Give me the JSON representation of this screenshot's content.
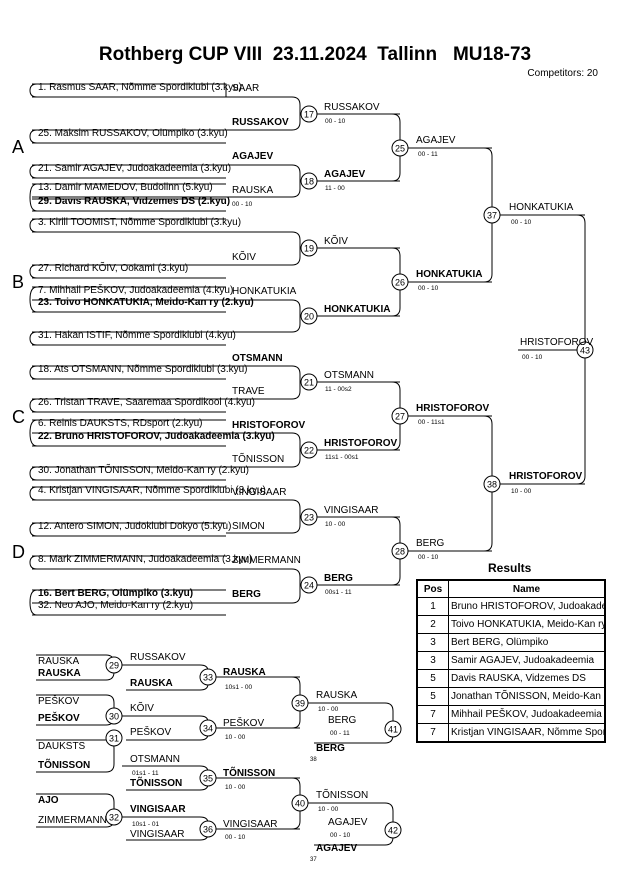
{
  "header": {
    "title": "Rothberg CUP VIII  23.11.2024  Tallinn   MU18-73",
    "competitors": "Competitors: 20"
  },
  "pools": [
    "A",
    "B",
    "C",
    "D"
  ],
  "entrants": [
    {
      "text": "1. Rasmus SAAR, Nõmme Spordiklubi (3.kyu)"
    },
    {
      "text": "25. Maksim RUSSAKOV, Olümpiko (3.kyu)"
    },
    {
      "text": "21. Samir AGAJEV, Judoakadeemia (3.kyu)"
    },
    {
      "text": "13. Damir MAMEDOV, Budolinn (5.kyu)"
    },
    {
      "text": "29. Davis RAUSKA, Vidzemes DS (2.kyu)",
      "bold": true
    },
    {
      "text": "3. Kirill TOOMIST, Nõmme Spordiklubi (3.kyu)"
    },
    {
      "text": "27. Richard KÕIV, Ookami (3.kyu)"
    },
    {
      "text": "7. Mihhail PEŠKOV, Judoakadeemia (4.kyu)"
    },
    {
      "text": "23. Toivo HONKATUKIA, Meido-Kan ry (2.kyu)",
      "bold": true
    },
    {
      "text": "31. Hakan ISTIF, Nõmme Spordiklubi (4.kyu)"
    },
    {
      "text": "18. Ats OTSMANN, Nõmme Spordiklubi (3.kyu)"
    },
    {
      "text": "26. Tristan TRAVE, Saaremaa Spordikool (4.kyu)"
    },
    {
      "text": "6. Reinis DAUKSTS, RDsport (2.kyu)"
    },
    {
      "text": "22. Bruno HRISTOFOROV, Judoakadeemia (3.kyu)",
      "bold": true
    },
    {
      "text": "30. Jonathan TÕNISSON, Meido-Kan ry (2.kyu)"
    },
    {
      "text": "4. Kristjan VINGISAAR, Nõmme Spordiklubi (3.kyu)"
    },
    {
      "text": "12. Antero SIMON, Judoklubi Dokyo (5.kyu)"
    },
    {
      "text": "8. Mark ZIMMERMANN, Judoakadeemia (3.kyu)"
    },
    {
      "text": "16. Bert BERG, Olümpiko (3.kyu)",
      "bold": true
    },
    {
      "text": "32. Neo AJO, Meido-Kan ry (2.kyu)"
    }
  ],
  "first_round_labels": [
    {
      "text": "SAAR",
      "bold": false
    },
    {
      "text": "RUSSAKOV",
      "bold": true
    },
    {
      "text": "AGAJEV",
      "bold": true
    },
    {
      "text": "RAUSKA",
      "bold": false
    },
    {
      "text": "KÕIV",
      "bold": false
    },
    {
      "text": "HONKATUKIA",
      "bold": false
    },
    {
      "text": "OTSMANN",
      "bold": true
    },
    {
      "text": "TRAVE",
      "bold": false
    },
    {
      "text": "HRISTOFOROV",
      "bold": true
    },
    {
      "text": "TÕNISSON",
      "bold": false
    },
    {
      "text": "VINGISAAR",
      "bold": false
    },
    {
      "text": "SIMON",
      "bold": false
    },
    {
      "text": "ZIMMERMANN",
      "bold": false
    },
    {
      "text": "BERG",
      "bold": true
    }
  ],
  "first_round_scores": [
    {
      "text": "00 - 10"
    }
  ],
  "matches": [
    {
      "num": "17",
      "winner": "RUSSAKOV",
      "winner_bold": false,
      "score": "00 - 10"
    },
    {
      "num": "18",
      "winner": "AGAJEV",
      "winner_bold": true,
      "score": "11 - 00"
    },
    {
      "num": "19",
      "winner": "KÕIV",
      "winner_bold": false,
      "score": ""
    },
    {
      "num": "20",
      "winner": "HONKATUKIA",
      "winner_bold": true,
      "score": ""
    },
    {
      "num": "21",
      "winner": "OTSMANN",
      "winner_bold": false,
      "score": "11 - 00s2"
    },
    {
      "num": "22",
      "winner": "HRISTOFOROV",
      "winner_bold": true,
      "score": "11s1 - 00s1"
    },
    {
      "num": "23",
      "winner": "VINGISAAR",
      "winner_bold": false,
      "score": "10 - 00"
    },
    {
      "num": "24",
      "winner": "BERG",
      "winner_bold": true,
      "score": "00s1 - 11"
    },
    {
      "num": "25",
      "winner": "AGAJEV",
      "winner_bold": false,
      "score": "00 - 11"
    },
    {
      "num": "26",
      "winner": "HONKATUKIA",
      "winner_bold": true,
      "score": "00 - 10"
    },
    {
      "num": "27",
      "winner": "HRISTOFOROV",
      "winner_bold": true,
      "score": "00 - 11s1"
    },
    {
      "num": "28",
      "winner": "BERG",
      "winner_bold": false,
      "score": "00 - 10"
    },
    {
      "num": "37",
      "winner": "HONKATUKIA",
      "winner_bold": false,
      "score": "00 - 10"
    },
    {
      "num": "38",
      "winner": "HRISTOFOROV",
      "winner_bold": true,
      "score": "10 - 00"
    },
    {
      "num": "43",
      "winner": "HRISTOFOROV",
      "winner_bold": false,
      "score": "00 - 10"
    }
  ],
  "repechage": {
    "r1": [
      {
        "num": "29",
        "top": "RAUSKA",
        "top_bold": false,
        "bottom": "RAUSKA",
        "bottom_bold": true,
        "score": ""
      },
      {
        "num": "30",
        "top": "PEŠKOV",
        "top_bold": false,
        "bottom": "PEŠKOV",
        "bottom_bold": true,
        "score": ""
      },
      {
        "num": "31",
        "top": "DAUKSTS",
        "top_bold": false,
        "bottom": "TÕNISSON",
        "bottom_bold": true,
        "score": ""
      },
      {
        "num": "32",
        "top": "AJO",
        "top_bold": true,
        "bottom": "ZIMMERMANN",
        "bottom_bold": false,
        "score": ""
      }
    ],
    "r2": [
      {
        "num": "33",
        "top": "RUSSAKOV",
        "top_bold": false,
        "bottom": "RAUSKA",
        "bottom_bold": true,
        "score": "10s1 - 00"
      },
      {
        "num": "34",
        "top": "KÕIV",
        "top_bold": false,
        "bottom": "PEŠKOV",
        "bottom_bold": false,
        "score": "10 - 00"
      },
      {
        "num": "35",
        "top": "OTSMANN",
        "top_bold": false,
        "bottom": "TÕNISSON",
        "bottom_bold": true,
        "score": "10 - 00",
        "top_score": "01s1 - 11"
      },
      {
        "num": "36",
        "top": "VINGISAAR",
        "top_bold": true,
        "bottom": "VINGISAAR",
        "bottom_bold": false,
        "score": "00 - 10",
        "top_score": "10s1 - 01"
      }
    ],
    "r3": [
      {
        "num": "39",
        "winner": "RAUSKA",
        "winner_bold": false,
        "score": "10 - 00"
      },
      {
        "num": "40",
        "winner": "TÕNISSON",
        "winner_bold": false,
        "score": "10 - 00"
      }
    ],
    "bronze": [
      {
        "num": "41",
        "top": "BERG",
        "top_bold": false,
        "top_score": "00 - 11",
        "bottom": "BERG",
        "bottom_bold": true,
        "bottom_score": "38"
      },
      {
        "num": "42",
        "top": "AGAJEV",
        "top_bold": false,
        "top_score": "00 - 10",
        "bottom": "AGAJEV",
        "bottom_bold": true,
        "bottom_score": "37"
      }
    ]
  },
  "results": {
    "title": "Results",
    "headers": {
      "pos": "Pos",
      "name": "Name"
    },
    "rows": [
      {
        "pos": "1",
        "name": "Bruno HRISTOFOROV, Judoakadeemia"
      },
      {
        "pos": "2",
        "name": "Toivo HONKATUKIA, Meido-Kan ry"
      },
      {
        "pos": "3",
        "name": "Bert BERG, Olümpiko"
      },
      {
        "pos": "3",
        "name": "Samir AGAJEV, Judoakadeemia"
      },
      {
        "pos": "5",
        "name": "Davis RAUSKA, Vidzemes DS"
      },
      {
        "pos": "5",
        "name": "Jonathan TÕNISSON, Meido-Kan ry"
      },
      {
        "pos": "7",
        "name": "Mihhail PEŠKOV, Judoakadeemia"
      },
      {
        "pos": "7",
        "name": "Kristjan VINGISAAR, Nõmme Spordiklubi"
      }
    ]
  }
}
